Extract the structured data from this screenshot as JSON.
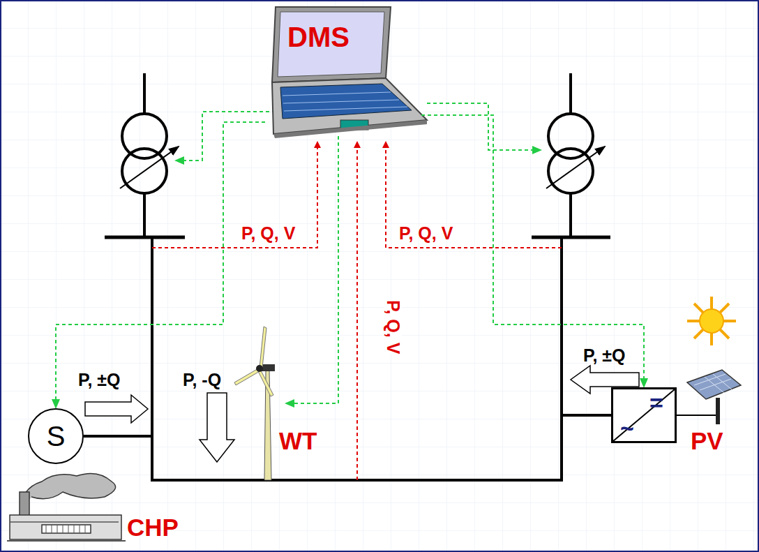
{
  "diagram": {
    "nodes": [
      {
        "text": [
          "DMS"
        ]
      },
      {
        "text": [
          "S"
        ]
      },
      {
        "text": [
          "=",
          "~"
        ]
      }
    ],
    "edges": [
      {
        "from": 0,
        "to": 1,
        "arrow": "to"
      },
      {
        "from": 0,
        "to": 2,
        "arrow": "to"
      }
    ],
    "labels": [
      "P, Q, V",
      "P, Q, V",
      "P, Q, V",
      "P, ±Q",
      "P, -Q",
      "P, ±Q",
      "WT",
      "PV",
      "CHP"
    ]
  }
}
